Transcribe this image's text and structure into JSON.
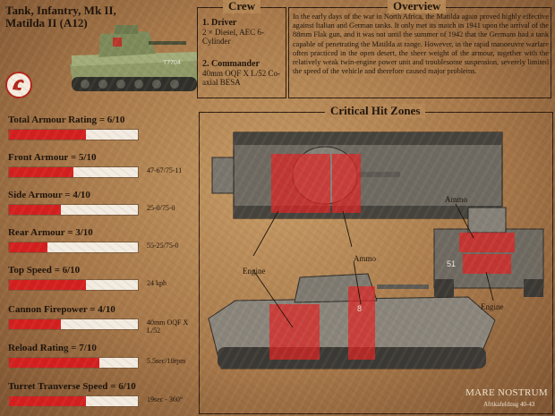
{
  "header": {
    "title": "Tank, Infantry, Mk II, Matilda II (A12)",
    "tank_marking": "T7704"
  },
  "crew": {
    "title": "Crew",
    "members": [
      {
        "role": "1. Driver",
        "detail": "2 × Diesel, AEC 6-Cylinder"
      },
      {
        "role": "2. Commander",
        "detail": "40mm OQF X L/52 Co-axial BESA"
      }
    ]
  },
  "overview": {
    "title": "Overview",
    "text": "In the early days of the war in North Africa, the Matilda again proved highly effective against Italian and German tanks. It only met its match in 1941 upon the arrival of the 88mm Flak gun, and it was not until the summer of 1942 that the Germans had a tank capable of penetrating the Matilda at range. However, in the rapid manoeuvre warfare often practiced in the open desert, the sheer weight of the armour, together with the relatively weak twin-engine power unit and troublesome suspension, severely limited the speed of the vehicle and therefore caused major problems."
  },
  "stats": [
    {
      "label": "Total Armour Rating = 6/10",
      "rating": 6,
      "value": ""
    },
    {
      "label": "Front Armour = 5/10",
      "rating": 5,
      "value": "47-67/75-11"
    },
    {
      "label": "Side Armour = 4/10",
      "rating": 4,
      "value": "25-0/75-0"
    },
    {
      "label": "Rear Armour = 3/10",
      "rating": 3,
      "value": "55-25/75-0"
    },
    {
      "label": "Top Speed = 6/10",
      "rating": 6,
      "value": "24 kph"
    },
    {
      "label": "Cannon Firepower = 4/10",
      "rating": 4,
      "value": "40mm OQF X L/52"
    },
    {
      "label": "Reload Rating = 7/10",
      "rating": 7,
      "value": "5.5sec/10rpm"
    },
    {
      "label": "Turret Tranverse Speed = 6/10",
      "rating": 6,
      "value": "19sec - 360°"
    }
  ],
  "critical_zones": {
    "title": "Critical Hit Zones",
    "labels": {
      "engine_top": "Engine",
      "ammo_top": "Ammo",
      "ammo_rear": "Ammo",
      "engine_rear": "Engine"
    },
    "side_turret_marking": "8",
    "rear_marking": "51"
  },
  "footer": {
    "brand": "MARE NOSTRUM",
    "sub": "Afrikafeldzug 40-43"
  },
  "colors": {
    "zone": "#e02424",
    "bar": "#d41f1f",
    "ink": "#1c120a"
  }
}
